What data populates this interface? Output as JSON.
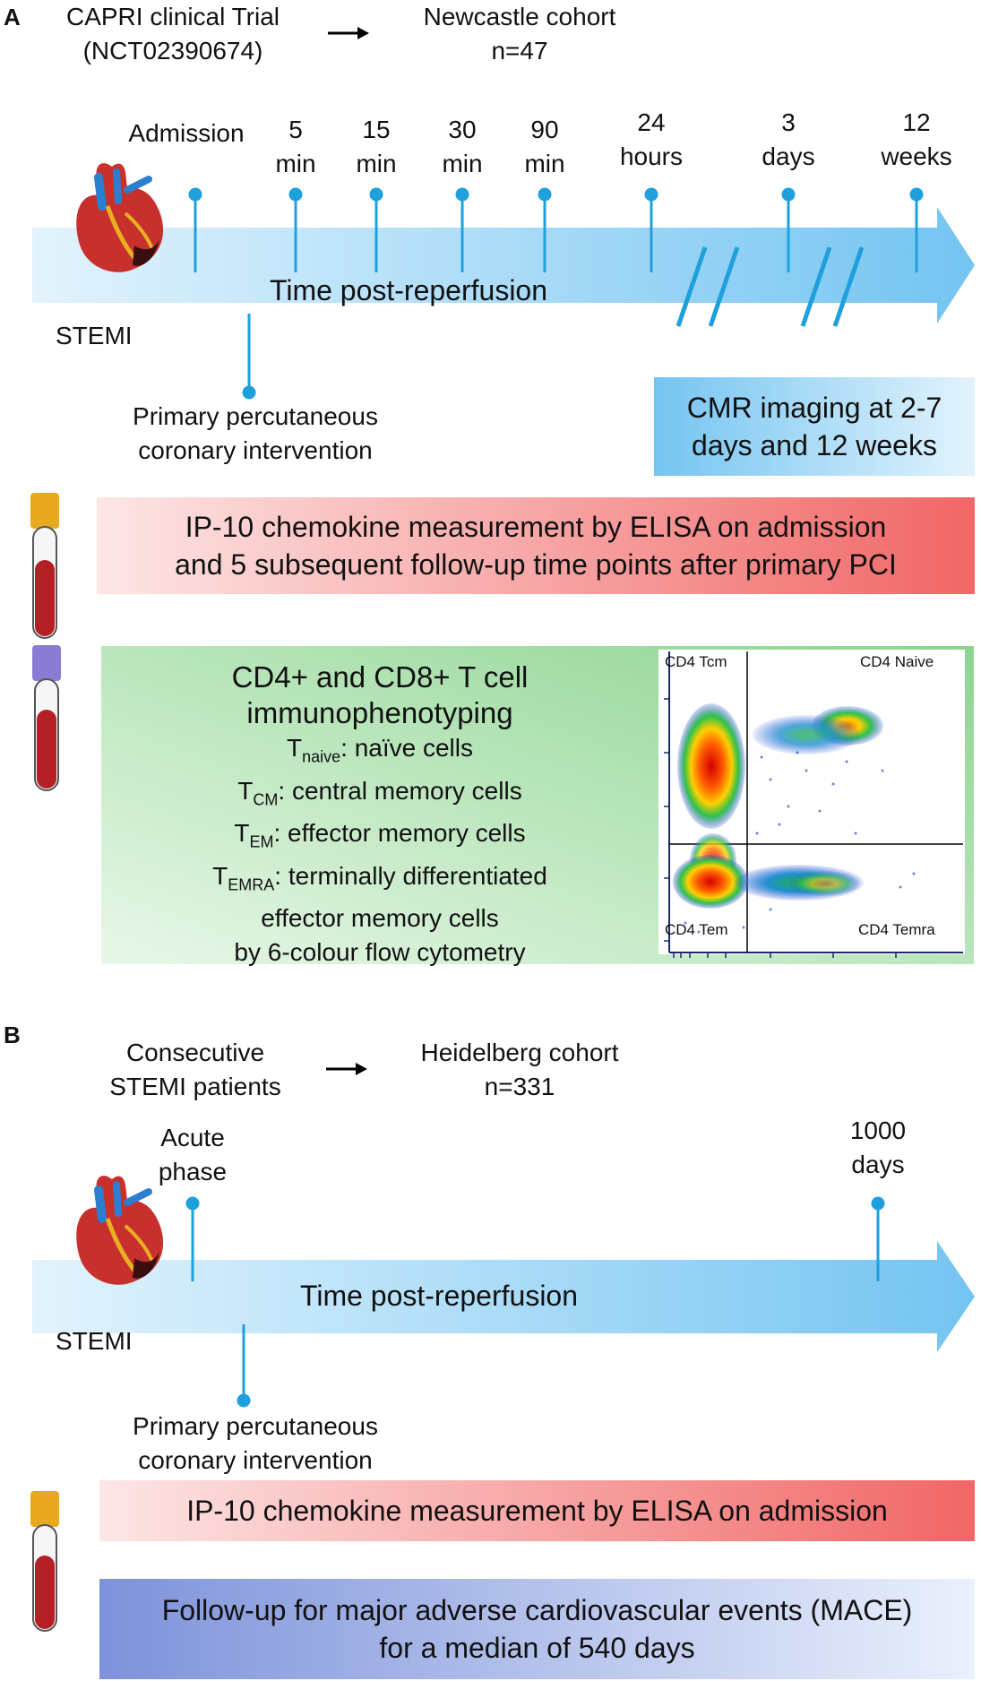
{
  "panel_a": {
    "letter": "A",
    "trial_line1": "CAPRI clinical Trial",
    "trial_line2": "(NCT02390674)",
    "cohort_line1": "Newcastle cohort",
    "cohort_line2": "n=47",
    "timepoints": [
      {
        "line1": "Admission",
        "line2": ""
      },
      {
        "line1": "5",
        "line2": "min"
      },
      {
        "line1": "15",
        "line2": "min"
      },
      {
        "line1": "30",
        "line2": "min"
      },
      {
        "line1": "90",
        "line2": "min"
      },
      {
        "line1": "24",
        "line2": "hours"
      },
      {
        "line1": "3",
        "line2": "days"
      },
      {
        "line1": "12",
        "line2": "weeks"
      }
    ],
    "arrow_label": "Time post-reperfusion",
    "stemi": "STEMI",
    "ppci_line1": "Primary percutaneous",
    "ppci_line2": "coronary intervention",
    "cmr_line1": "CMR imaging at 2-7",
    "cmr_line2": "days and 12 weeks",
    "elisa_line1": "IP-10 chemokine measurement by ELISA on admission",
    "elisa_line2": "and 5 subsequent follow-up time points after primary PCI",
    "flow": {
      "title1": "CD4+ and CD8+ T cell",
      "title2": "immunophenotyping",
      "naive_main": "T",
      "naive_sub": "naive",
      "naive_desc": ": naïve cells",
      "cm_main": "T",
      "cm_sub": "CM",
      "cm_desc": ": central memory cells",
      "em_main": "T",
      "em_sub": "EM",
      "em_desc": ": effector memory cells",
      "emra_main": "T",
      "emra_sub": "EMRA",
      "emra_desc": ": terminally differentiated",
      "line_effector": "effector memory cells",
      "line_method": "by 6-colour flow cytometry"
    },
    "plot": {
      "tl": "CD4 Tcm",
      "tr": "CD4 Naive",
      "bl": "CD4 Tem",
      "br": "CD4 Temra"
    }
  },
  "panel_b": {
    "letter": "B",
    "consec_line1": "Consecutive",
    "consec_line2": "STEMI patients",
    "cohort_line1": "Heidelberg cohort",
    "cohort_line2": "n=331",
    "acute_line1": "Acute",
    "acute_line2": "phase",
    "days_line1": "1000",
    "days_line2": "days",
    "arrow_label": "Time post-reperfusion",
    "stemi": "STEMI",
    "ppci_line1": "Primary percutaneous",
    "ppci_line2": "coronary intervention",
    "elisa_line": "IP-10 chemokine measurement by ELISA on admission",
    "mace_line1": "Follow-up for major adverse cardiovascular events (MACE)",
    "mace_line2": "for a median of 540 days"
  },
  "colors": {
    "timeline_line": "#1ea0dc",
    "arrow_light": "#dff1fc",
    "arrow_dark": "#79c8f2",
    "red_light": "#fde3e3",
    "red_dark": "#f26b6b",
    "green_light": "#e4f5e4",
    "green_dark": "#8fd694",
    "blue_box_light": "#dff1fc",
    "blue_box_dark": "#79c8f2",
    "mace_dark": "#7f95dc",
    "mace_light": "#e9eefb"
  }
}
